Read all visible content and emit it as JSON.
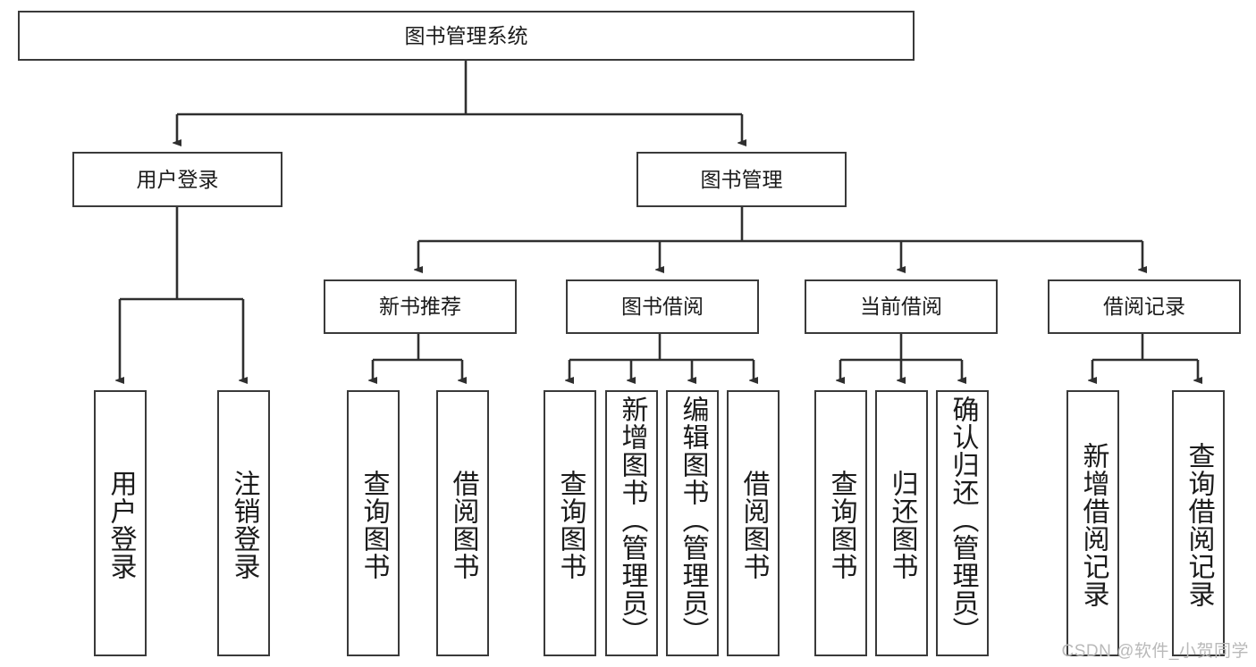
{
  "diagram": {
    "type": "tree-hierarchy",
    "title": "图书管理系统",
    "watermark": "CSDN @软件_小贺同学",
    "colors": {
      "box_border": "#3a3a3a",
      "box_fill": "#ffffff",
      "edge": "#2f2f2f",
      "text": "#1b1b1b",
      "watermark": "#b9b9b9"
    },
    "levels": {
      "root": {
        "label": "图书管理系统"
      },
      "level2": [
        {
          "id": "user-login",
          "label": "用户登录"
        },
        {
          "id": "book-manage",
          "label": "图书管理"
        }
      ],
      "level3": [
        {
          "id": "new-book-rec",
          "label": "新书推荐"
        },
        {
          "id": "book-borrow",
          "label": "图书借阅"
        },
        {
          "id": "current-borrow",
          "label": "当前借阅"
        },
        {
          "id": "borrow-record",
          "label": "借阅记录"
        }
      ],
      "leaves": {
        "user-login": [
          {
            "id": "leaf-user-login",
            "label": "用户登录"
          },
          {
            "id": "leaf-logout-login",
            "label": "注销登录"
          }
        ],
        "new-book-rec": [
          {
            "id": "leaf-query-book-1",
            "label": "查询图书"
          },
          {
            "id": "leaf-borrow-book-1",
            "label": "借阅图书"
          }
        ],
        "book-borrow": [
          {
            "id": "leaf-query-book-2",
            "label": "查询图书"
          },
          {
            "id": "leaf-add-book",
            "label": "新增图书（管理员）"
          },
          {
            "id": "leaf-edit-book",
            "label": "编辑图书（管理员）"
          },
          {
            "id": "leaf-borrow-book-2",
            "label": "借阅图书"
          }
        ],
        "current-borrow": [
          {
            "id": "leaf-query-book-3",
            "label": "查询图书"
          },
          {
            "id": "leaf-return-book",
            "label": "归还图书"
          },
          {
            "id": "leaf-confirm-return",
            "label": "确认归还（管理员）"
          }
        ],
        "borrow-record": [
          {
            "id": "leaf-add-record",
            "label": "新增借阅记录"
          },
          {
            "id": "leaf-query-record",
            "label": "查询借阅记录"
          }
        ]
      }
    }
  }
}
